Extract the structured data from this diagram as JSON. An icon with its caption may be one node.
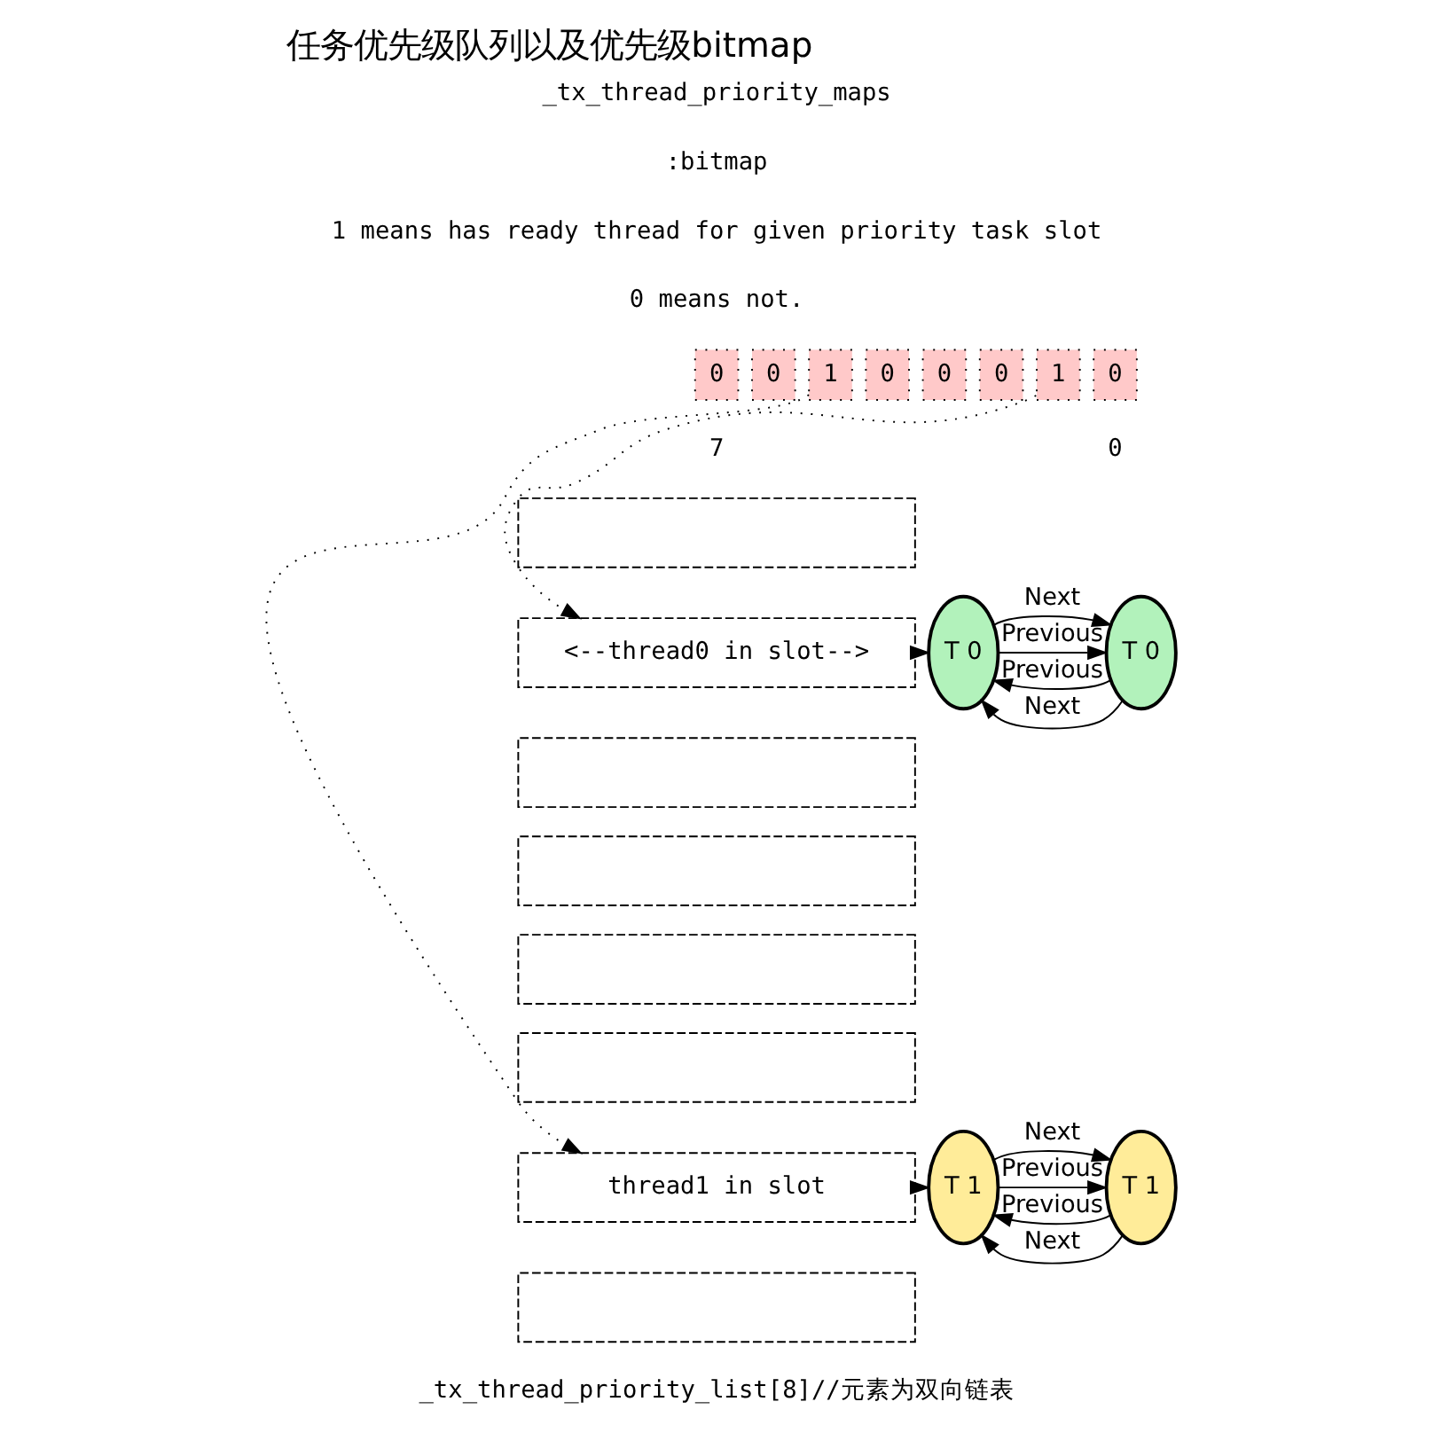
{
  "diagram": {
    "title": "任务优先级队列以及优先级bitmap",
    "nodes": [
      {
        "text": [
          "0"
        ]
      },
      {
        "text": [
          "0"
        ]
      },
      {
        "text": [
          "1"
        ]
      },
      {
        "text": [
          "0"
        ]
      },
      {
        "text": [
          "0"
        ]
      },
      {
        "text": [
          "0"
        ]
      },
      {
        "text": [
          "1"
        ]
      },
      {
        "text": [
          "0"
        ]
      },
      {
        "text": [],
        "shape": "box"
      },
      {
        "text": [
          "<--thread0 in slot-->"
        ]
      },
      {
        "text": [],
        "shape": "box"
      },
      {
        "text": [],
        "shape": "box"
      },
      {
        "text": [],
        "shape": "box"
      },
      {
        "text": [],
        "shape": "box"
      },
      {
        "text": [
          "thread1 in slot"
        ]
      },
      {
        "text": [],
        "shape": "box"
      },
      {
        "text": [
          "T 0"
        ]
      },
      {
        "text": [
          "T 0"
        ]
      },
      {
        "text": [
          "T 1"
        ]
      },
      {
        "text": [
          "T 1"
        ]
      }
    ],
    "edges": [
      {
        "from": 2,
        "to": 14,
        "arrow": "to",
        "style": "dashed"
      },
      {
        "from": 6,
        "to": 9,
        "arrow": "to",
        "style": "dashed"
      },
      {
        "from": 9,
        "to": 16,
        "arrow": "to",
        "style": "dashed"
      },
      {
        "from": 16,
        "to": 17,
        "label": "Previous",
        "arrow": "to"
      },
      {
        "from": 16,
        "to": 17,
        "label": "Next",
        "arrow": "to"
      },
      {
        "from": 17,
        "to": 16,
        "label": "Next",
        "arrow": "to"
      },
      {
        "from": 17,
        "to": 16,
        "label": "Previous",
        "arrow": "to"
      },
      {
        "from": 14,
        "to": 18,
        "arrow": "to",
        "style": "dashed"
      },
      {
        "from": 18,
        "to": 19,
        "label": "Previous",
        "arrow": "to"
      },
      {
        "from": 18,
        "to": 19,
        "label": "Next",
        "arrow": "to"
      },
      {
        "from": 19,
        "to": 18,
        "label": "Next",
        "arrow": "to"
      },
      {
        "from": 19,
        "to": 18,
        "label": "Previous",
        "arrow": "to"
      }
    ],
    "labels": [
      "_tx_thread_priority_maps",
      ":bitmap",
      "1 means has ready thread for given priority task slot",
      "0 means not.",
      "7",
      "0",
      "_tx_thread_priority_list[8]//元素为双向链表"
    ]
  }
}
